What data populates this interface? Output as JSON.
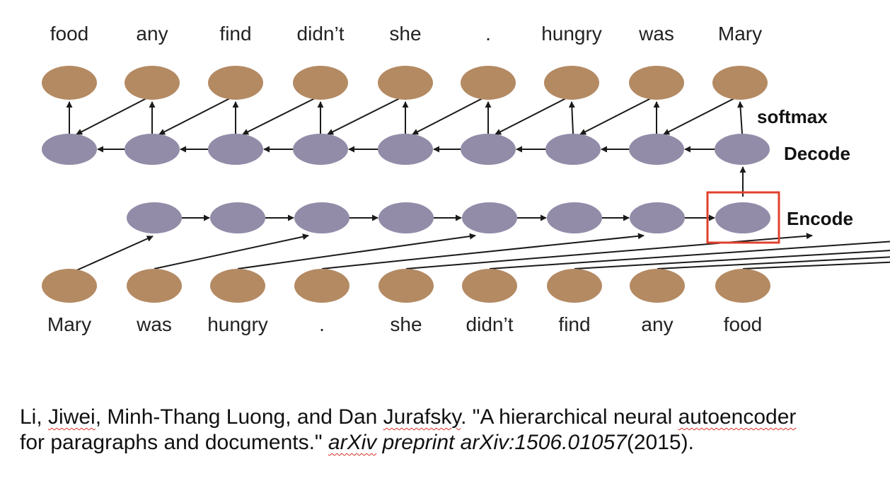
{
  "diagram": {
    "output_words": [
      "food",
      "any",
      "find",
      "didn’t",
      "she",
      ".",
      "hungry",
      "was",
      "Mary"
    ],
    "input_words": [
      "Mary",
      "was",
      "hungry",
      ".",
      "she",
      "didn’t",
      "find",
      "any",
      "food"
    ],
    "labels": {
      "softmax": "softmax",
      "decode": "Decode",
      "encode": "Encode"
    },
    "colors": {
      "word_node": "#b48a63",
      "hidden_node": "#938ca8",
      "arrow": "#1a1a1a",
      "highlight": "#e0402c"
    },
    "highlighted_encode_index": 8
  },
  "citation": {
    "line1": {
      "a": "Li, ",
      "b": "Jiwei",
      "c": ", Minh-Thang Luong, and Dan ",
      "d": "Jurafsky",
      "e": ". \"A hierarchical neural ",
      "f": "autoencoder"
    },
    "line2": {
      "a": "for paragraphs and documents.\" ",
      "b": "arXiv",
      "c": " preprint arXiv:1506.01057",
      "d": "(2015)."
    }
  }
}
